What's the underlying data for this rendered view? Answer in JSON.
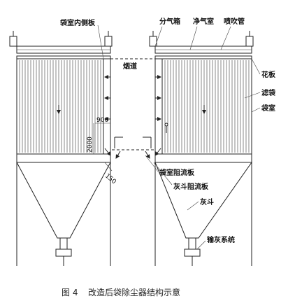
{
  "labels": {
    "bag_inner_wall": "袋室内侧板",
    "air_box": "分气箱",
    "clean_chamber": "净气室",
    "blow_pipe": "喷吹管",
    "flue": "烟道",
    "tube_sheet": "花板",
    "filter_bag": "滤袋",
    "bag_chamber": "袋室",
    "bag_baffle": "袋室阻流板",
    "hopper_baffle": "灰斗阻流板",
    "hopper": "灰斗",
    "ash_system": "输灰系统"
  },
  "dimensions": {
    "d900": "900",
    "d2000": "2000",
    "d150": "150"
  },
  "caption": {
    "figure_no": "图 4",
    "text": "改造后袋除尘器结构示意"
  }
}
